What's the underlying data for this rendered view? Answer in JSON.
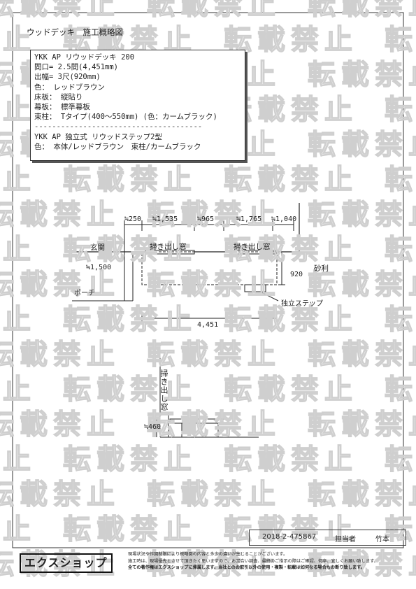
{
  "header": {
    "title": "ウッドデッキ　施工概略図"
  },
  "spec": {
    "lines": [
      "YKK AP リウッドデッキ 200",
      "間口= 2.5間(4,451mm)",
      "出幅= 3尺(920mm)",
      "色： レッドブラウン",
      "床板： 縦貼り",
      "幕板： 標準幕板",
      "束柱： Tタイプ(400～550mm) (色：カームブラック)"
    ],
    "separator": "--------------------------------------",
    "step_lines": [
      "YKK AP 独立式 リウッドステップ2型",
      "色： 本体/レッドブラウン　束柱/カームブラック"
    ]
  },
  "plan": {
    "dims_top": [
      "≒250",
      "≒1,535",
      "≒965",
      "≒1,765",
      "≒1,040"
    ],
    "window_labels": [
      "掃き出し窓",
      "掃き出し窓"
    ],
    "entrance": "玄関",
    "porch": "ポーチ",
    "dim_left": "≒1,500",
    "dim_right": "920",
    "gravel": "砂利",
    "step": "独立ステップ",
    "dim_bottom": "4,451"
  },
  "section": {
    "window_label": "掃き出し窓",
    "dim_height": "≒460"
  },
  "footer": {
    "doc_no": "2018-2-475867",
    "staff_label": "担当者",
    "staff_name": "竹本",
    "brand": "エクスショップ",
    "notes": [
      "現場状況や作図制限により概略図の内容と多少の違いが生じることがございます。",
      "施工時は、現場優先とさせて頂きたく思いますので、お足合い調査、最終のご指示の際はご確認、何卒、宜しくお願い致します。",
      "全ての著作権はエクスショップに帰属します。当社とのお取引以外の使用・複製・転載は如何なる場合もお断り致します。"
    ]
  },
  "watermark": "転載禁止"
}
